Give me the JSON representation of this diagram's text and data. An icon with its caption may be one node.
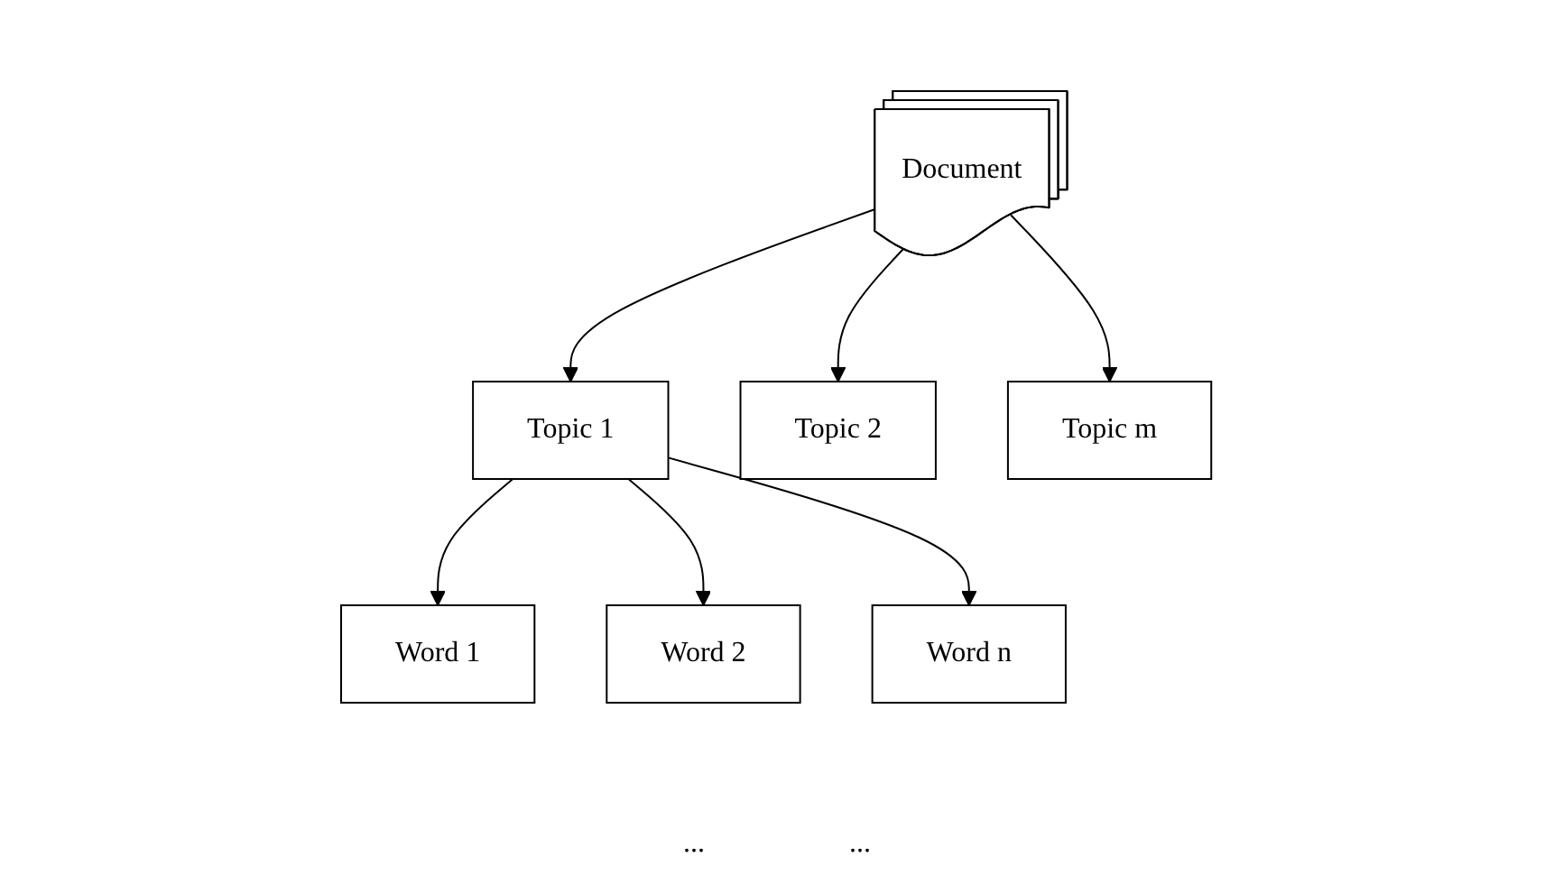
{
  "diagram": {
    "nodes": [
      {
        "text": [
          "Document"
        ]
      },
      {
        "text": [
          "Topic 1"
        ]
      },
      {
        "text": [
          "Topic 2"
        ]
      },
      {
        "text": [
          "Topic m"
        ]
      },
      {
        "text": [
          "Word 1"
        ]
      },
      {
        "text": [
          "Word 2"
        ]
      },
      {
        "text": [
          "Word n"
        ]
      }
    ],
    "edges": [
      {
        "from": 0,
        "to": 1,
        "arrow": "to"
      },
      {
        "from": 0,
        "to": 2,
        "arrow": "to"
      },
      {
        "from": 0,
        "to": 3,
        "arrow": "to"
      },
      {
        "from": 1,
        "to": 4,
        "arrow": "to"
      },
      {
        "from": 1,
        "to": 5,
        "arrow": "to"
      },
      {
        "from": 1,
        "to": 6,
        "arrow": "to"
      }
    ],
    "labels": [
      "...",
      "..."
    ]
  }
}
